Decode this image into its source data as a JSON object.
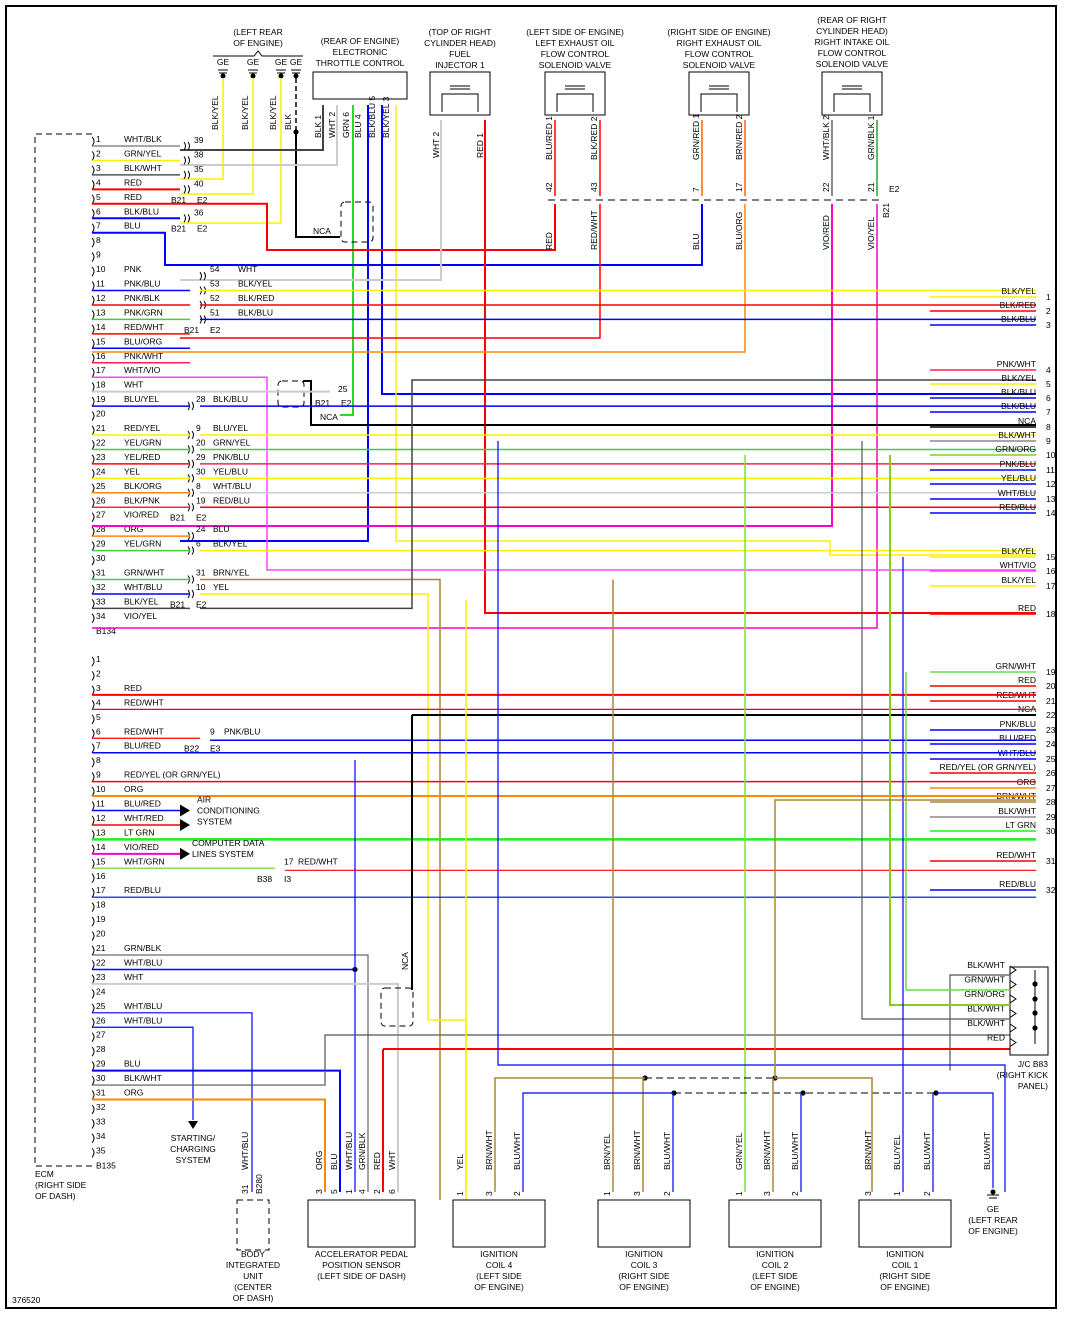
{
  "diagram_id": "376520",
  "ecm": {
    "label": [
      "ECM",
      "(RIGHT SIDE",
      "OF DASH)"
    ],
    "connector_b134": "B134",
    "connector_b135": "B135",
    "b134_pins": [
      {
        "pin": "1",
        "wire": "WHT/BLK",
        "color": "#888888"
      },
      {
        "pin": "2",
        "wire": "GRN/YEL",
        "color": "#ffee00"
      },
      {
        "pin": "3",
        "wire": "BLK/WHT",
        "color": "#555555"
      },
      {
        "pin": "4",
        "wire": "RED",
        "color": "#ff0000"
      },
      {
        "pin": "5",
        "wire": "RED",
        "color": "#ff0000"
      },
      {
        "pin": "6",
        "wire": "BLK/BLU",
        "color": "#0000ff"
      },
      {
        "pin": "7",
        "wire": "BLU",
        "color": "#0000ff"
      },
      {
        "pin": "8",
        "wire": "",
        "color": ""
      },
      {
        "pin": "9",
        "wire": "",
        "color": ""
      },
      {
        "pin": "10",
        "wire": "PNK",
        "color": "#ff2050"
      },
      {
        "pin": "11",
        "wire": "PNK/BLU",
        "color": "#0000ff"
      },
      {
        "pin": "12",
        "wire": "PNK/BLK",
        "color": "#ff2050"
      },
      {
        "pin": "13",
        "wire": "PNK/GRN",
        "color": "#44cc44"
      },
      {
        "pin": "14",
        "wire": "RED/WHT",
        "color": "#ff0000"
      },
      {
        "pin": "15",
        "wire": "BLU/ORG",
        "color": "#0000ff"
      },
      {
        "pin": "16",
        "wire": "PNK/WHT",
        "color": "#ff2050"
      },
      {
        "pin": "17",
        "wire": "WHT/VIO",
        "color": "#cccccc"
      },
      {
        "pin": "18",
        "wire": "WHT",
        "color": "#cccccc"
      },
      {
        "pin": "19",
        "wire": "BLU/YEL",
        "color": "#0000ff"
      },
      {
        "pin": "20",
        "wire": "",
        "color": ""
      },
      {
        "pin": "21",
        "wire": "RED/YEL",
        "color": "#ff0000"
      },
      {
        "pin": "22",
        "wire": "YEL/GRN",
        "color": "#ffee00"
      },
      {
        "pin": "23",
        "wire": "YEL/RED",
        "color": "#ff0000"
      },
      {
        "pin": "24",
        "wire": "YEL",
        "color": "#ffee00"
      },
      {
        "pin": "25",
        "wire": "BLK/ORG",
        "color": "#ff8800"
      },
      {
        "pin": "26",
        "wire": "BLK/PNK",
        "color": "#ff2050"
      },
      {
        "pin": "27",
        "wire": "VIO/RED",
        "color": "#ff00cc"
      },
      {
        "pin": "28",
        "wire": "ORG",
        "color": "#ff8800"
      },
      {
        "pin": "29",
        "wire": "YEL/GRN",
        "color": "#44cc44"
      },
      {
        "pin": "30",
        "wire": "",
        "color": ""
      },
      {
        "pin": "31",
        "wire": "GRN/WHT",
        "color": "#44cc44"
      },
      {
        "pin": "32",
        "wire": "WHT/BLU",
        "color": "#0000ff"
      },
      {
        "pin": "33",
        "wire": "BLK/YEL",
        "color": "#ffee00"
      },
      {
        "pin": "34",
        "wire": "VIO/YEL",
        "color": "#ff00cc"
      }
    ],
    "b135_pins": [
      {
        "pin": "1",
        "wire": "",
        "color": ""
      },
      {
        "pin": "2",
        "wire": "",
        "color": ""
      },
      {
        "pin": "3",
        "wire": "RED",
        "color": "#ff0000"
      },
      {
        "pin": "4",
        "wire": "RED/WHT",
        "color": "#ff0000"
      },
      {
        "pin": "5",
        "wire": "",
        "color": ""
      },
      {
        "pin": "6",
        "wire": "RED/WHT",
        "color": "#ff0000"
      },
      {
        "pin": "7",
        "wire": "BLU/RED",
        "color": "#0000ff"
      },
      {
        "pin": "8",
        "wire": "",
        "color": ""
      },
      {
        "pin": "9",
        "wire": "RED/YEL (OR GRN/YEL)",
        "color": "#ff0000"
      },
      {
        "pin": "10",
        "wire": "ORG",
        "color": "#ff8800"
      },
      {
        "pin": "11",
        "wire": "BLU/RED",
        "color": "#0000ff"
      },
      {
        "pin": "12",
        "wire": "WHT/RED",
        "color": "#ff0000"
      },
      {
        "pin": "13",
        "wire": "LT GRN",
        "color": "#22ee22"
      },
      {
        "pin": "14",
        "wire": "VIO/RED",
        "color": "#ff00cc"
      },
      {
        "pin": "15",
        "wire": "WHT/GRN",
        "color": "#88dd66"
      },
      {
        "pin": "16",
        "wire": "",
        "color": ""
      },
      {
        "pin": "17",
        "wire": "RED/BLU",
        "color": "#0000ff"
      },
      {
        "pin": "18",
        "wire": "",
        "color": ""
      },
      {
        "pin": "19",
        "wire": "",
        "color": ""
      },
      {
        "pin": "20",
        "wire": "",
        "color": ""
      },
      {
        "pin": "21",
        "wire": "GRN/BLK",
        "color": "#444444"
      },
      {
        "pin": "22",
        "wire": "WHT/BLU",
        "color": "#0000ff"
      },
      {
        "pin": "23",
        "wire": "WHT",
        "color": "#cccccc"
      },
      {
        "pin": "24",
        "wire": "",
        "color": ""
      },
      {
        "pin": "25",
        "wire": "WHT/BLU",
        "color": "#0000ff"
      },
      {
        "pin": "26",
        "wire": "WHT/BLU",
        "color": "#0000ff"
      },
      {
        "pin": "27",
        "wire": "",
        "color": ""
      },
      {
        "pin": "28",
        "wire": "",
        "color": ""
      },
      {
        "pin": "29",
        "wire": "BLU",
        "color": "#0000ff"
      },
      {
        "pin": "30",
        "wire": "BLK/WHT",
        "color": "#555555"
      },
      {
        "pin": "31",
        "wire": "ORG",
        "color": "#ff8800"
      },
      {
        "pin": "32",
        "wire": "",
        "color": ""
      },
      {
        "pin": "33",
        "wire": "",
        "color": ""
      },
      {
        "pin": "34",
        "wire": "",
        "color": ""
      },
      {
        "pin": "35",
        "wire": "",
        "color": ""
      }
    ]
  },
  "splices": {
    "top_group": [
      {
        "pin": "39",
        "wire": ""
      },
      {
        "pin": "38",
        "wire": ""
      },
      {
        "pin": "35",
        "wire": ""
      },
      {
        "pin": "40",
        "wire": ""
      },
      {
        "pin": "36",
        "wire": ""
      }
    ],
    "b21": "B21",
    "e2": "E2",
    "b22": "B22",
    "e3": "E3",
    "b38": "B38",
    "i3": "I3",
    "mid_group": [
      {
        "pin": "54",
        "wire": "WHT"
      },
      {
        "pin": "53",
        "wire": "BLK/YEL"
      },
      {
        "pin": "52",
        "wire": "BLK/RED"
      },
      {
        "pin": "51",
        "wire": "BLK/BLU"
      }
    ],
    "pin25": "25",
    "lower_group": [
      {
        "pin": "28",
        "wire": "BLK/BLU"
      },
      {
        "pin": "9",
        "wire": "BLU/YEL"
      },
      {
        "pin": "20",
        "wire": "GRN/YEL"
      },
      {
        "pin": "29",
        "wire": "PNK/BLU"
      },
      {
        "pin": "30",
        "wire": "YEL/BLU"
      },
      {
        "pin": "8",
        "wire": "WHT/BLU"
      },
      {
        "pin": "19",
        "wire": "RED/BLU"
      },
      {
        "pin": "24",
        "wire": "BLU"
      },
      {
        "pin": "6",
        "wire": "BLK/YEL"
      },
      {
        "pin": "31",
        "wire": "BRN/YEL"
      },
      {
        "pin": "10",
        "wire": "YEL"
      }
    ],
    "b135_9": {
      "pin": "9",
      "wire": "PNK/BLU"
    },
    "b135_17": {
      "pin": "17",
      "wire": "RED/WHT"
    },
    "nca": "NCA"
  },
  "grounds": {
    "group_label": [
      "(LEFT REAR",
      "OF ENGINE)"
    ],
    "symbols": [
      "GE",
      "GE",
      "GE",
      "GE"
    ],
    "wires": [
      "BLK/YEL",
      "BLK/YEL",
      "BLK/YEL",
      "BLK"
    ],
    "bottom": {
      "symbol": "GE",
      "wire": "BLU/WHT",
      "label": [
        "(LEFT REAR",
        "OF ENGINE)"
      ]
    }
  },
  "components": {
    "throttle": {
      "label": [
        "(REAR OF ENGINE)",
        "ELECTRONIC",
        "THROTTLE CONTROL"
      ],
      "pins": [
        {
          "pin": "1",
          "wire": "BLK"
        },
        {
          "pin": "2",
          "wire": "WHT"
        },
        {
          "pin": "6",
          "wire": "GRN"
        },
        {
          "pin": "4",
          "wire": "BLU"
        },
        {
          "pin": "5",
          "wire": "BLK/BLU"
        },
        {
          "pin": "3",
          "wire": "BLK/YEL"
        }
      ]
    },
    "injector": {
      "label": [
        "(TOP OF RIGHT",
        "CYLINDER HEAD)",
        "FUEL",
        "INJECTOR 1"
      ],
      "pins": [
        {
          "pin": "2",
          "wire": "WHT"
        },
        {
          "pin": "1",
          "wire": "RED"
        }
      ]
    },
    "left_exhaust": {
      "label": [
        "(LEFT SIDE OF ENGINE)",
        "LEFT EXHAUST OIL",
        "FLOW CONTROL",
        "SOLENOID VALVE"
      ],
      "pins": [
        {
          "pin": "1",
          "wire": "BLU/RED",
          "splice": "42",
          "below": "RED"
        },
        {
          "pin": "2",
          "wire": "BLK/RED",
          "splice": "43",
          "below": "RED/WHT"
        }
      ]
    },
    "right_exhaust": {
      "label": [
        "(RIGHT SIDE OF ENGINE)",
        "RIGHT EXHAUST OIL",
        "FLOW CONTROL",
        "SOLENOID VALVE"
      ],
      "pins": [
        {
          "pin": "1",
          "wire": "GRN/RED",
          "splice": "7",
          "below": "BLU"
        },
        {
          "pin": "2",
          "wire": "BRN/RED",
          "splice": "17",
          "below": "BLU/ORG"
        }
      ]
    },
    "right_intake": {
      "label": [
        "(REAR OF RIGHT",
        "CYLINDER HEAD)",
        "RIGHT INTAKE OIL",
        "FLOW CONTROL",
        "SOLENOID VALVE"
      ],
      "pins": [
        {
          "pin": "2",
          "wire": "WHT/BLK",
          "splice": "22",
          "below": "VIO/RED"
        },
        {
          "pin": "1",
          "wire": "GRN/BLK",
          "splice": "21",
          "below": "VIO/YEL"
        }
      ]
    },
    "ac": {
      "label": [
        "AIR",
        "CONDITIONING",
        "SYSTEM"
      ]
    },
    "data_lines": {
      "label": [
        "COMPUTER DATA",
        "LINES SYSTEM"
      ]
    },
    "starting": {
      "label": [
        "STARTING/",
        "CHARGING",
        "SYSTEM"
      ]
    },
    "biu": {
      "label": [
        "BODY",
        "INTEGRATED",
        "UNIT",
        "(CENTER",
        "OF DASH)"
      ],
      "pin": "31",
      "connector": "B280",
      "wire": "WHT/BLU"
    },
    "apps": {
      "label": [
        "ACCELERATOR PEDAL",
        "POSITION SENSOR",
        "(LEFT SIDE OF DASH)"
      ],
      "pins": [
        {
          "pin": "3",
          "wire": "ORG"
        },
        {
          "pin": "5",
          "wire": "BLU"
        },
        {
          "pin": "1",
          "wire": "WHT/BLU"
        },
        {
          "pin": "4",
          "wire": "GRN/BLK"
        },
        {
          "pin": "2",
          "wire": "RED"
        },
        {
          "pin": "6",
          "wire": "WHT"
        }
      ]
    },
    "coil4": {
      "label": [
        "IGNITION",
        "COIL 4",
        "(LEFT SIDE",
        "OF ENGINE)"
      ],
      "pins": [
        {
          "pin": "1",
          "wire": "YEL"
        },
        {
          "pin": "3",
          "wire": "BRN/WHT"
        },
        {
          "pin": "2",
          "wire": "BLU/WHT"
        }
      ]
    },
    "coil3": {
      "label": [
        "IGNITION",
        "COIL 3",
        "(RIGHT SIDE",
        "OF ENGINE)"
      ],
      "pins": [
        {
          "pin": "1",
          "wire": "BRN/YEL"
        },
        {
          "pin": "3",
          "wire": "BRN/WHT"
        },
        {
          "pin": "2",
          "wire": "BLU/WHT"
        }
      ]
    },
    "coil2": {
      "label": [
        "IGNITION",
        "COIL 2",
        "(LEFT SIDE",
        "OF ENGINE)"
      ],
      "pins": [
        {
          "pin": "1",
          "wire": "GRN/YEL"
        },
        {
          "pin": "3",
          "wire": "BRN/WHT"
        },
        {
          "pin": "2",
          "wire": "BLU/WHT"
        }
      ]
    },
    "coil1": {
      "label": [
        "IGNITION",
        "COIL 1",
        "(RIGHT SIDE",
        "OF ENGINE)"
      ],
      "pins": [
        {
          "pin": "3",
          "wire": "BRN/WHT"
        },
        {
          "pin": "1",
          "wire": "BLU/YEL"
        },
        {
          "pin": "2",
          "wire": "BLU/WHT"
        }
      ]
    },
    "jc": {
      "label": [
        "J/C B83",
        "(RIGHT KICK",
        "PANEL)"
      ],
      "wires": [
        "BLK/WHT",
        "GRN/WHT",
        "GRN/ORG",
        "BLK/WHT",
        "BLK/WHT",
        "RED"
      ]
    }
  },
  "right_edge": [
    {
      "n": "1",
      "wire": "BLK/YEL",
      "color": "#ffee00"
    },
    {
      "n": "2",
      "wire": "BLK/RED",
      "color": "#ff0000"
    },
    {
      "n": "3",
      "wire": "BLK/BLU",
      "color": "#0000ff"
    },
    {
      "n": "4",
      "wire": "PNK/WHT",
      "color": "#ff2050"
    },
    {
      "n": "5",
      "wire": "BLK/YEL",
      "color": "#ffee00"
    },
    {
      "n": "6",
      "wire": "BLK/BLU",
      "color": "#0000ff"
    },
    {
      "n": "7",
      "wire": "BLK/BLU",
      "color": "#0000ff"
    },
    {
      "n": "8",
      "wire": "NCA",
      "color": "#000000"
    },
    {
      "n": "9",
      "wire": "BLK/WHT",
      "color": "#888888"
    },
    {
      "n": "10",
      "wire": "GRN/ORG",
      "color": "#88cc22"
    },
    {
      "n": "11",
      "wire": "PNK/BLU",
      "color": "#0000ff"
    },
    {
      "n": "12",
      "wire": "YEL/BLU",
      "color": "#0000ff"
    },
    {
      "n": "13",
      "wire": "WHT/BLU",
      "color": "#0000ff"
    },
    {
      "n": "14",
      "wire": "RED/BLU",
      "color": "#0000ff"
    },
    {
      "n": "15",
      "wire": "BLK/YEL",
      "color": "#ffee00"
    },
    {
      "n": "16",
      "wire": "WHT/VIO",
      "color": "#ff44ff"
    },
    {
      "n": "17",
      "wire": "BLK/YEL",
      "color": "#ffee00"
    },
    {
      "n": "18",
      "wire": "RED",
      "color": "#ff0000"
    },
    {
      "n": "19",
      "wire": "GRN/WHT",
      "color": "#66dd44"
    },
    {
      "n": "20",
      "wire": "RED",
      "color": "#ff0000"
    },
    {
      "n": "21",
      "wire": "RED/WHT",
      "color": "#ff0000"
    },
    {
      "n": "22",
      "wire": "NCA",
      "color": "#000000"
    },
    {
      "n": "23",
      "wire": "PNK/BLU",
      "color": "#0000ff"
    },
    {
      "n": "24",
      "wire": "BLU/RED",
      "color": "#0000ff"
    },
    {
      "n": "25",
      "wire": "WHT/BLU",
      "color": "#0000ff"
    },
    {
      "n": "26",
      "wire": "RED/YEL (OR GRN/YEL)",
      "color": "#ff0000"
    },
    {
      "n": "27",
      "wire": "ORG",
      "color": "#ff8800"
    },
    {
      "n": "28",
      "wire": "BRN/WHT",
      "color": "#aa8833"
    },
    {
      "n": "29",
      "wire": "BLK/WHT",
      "color": "#888888"
    },
    {
      "n": "30",
      "wire": "LT GRN",
      "color": "#22ee22"
    },
    {
      "n": "31",
      "wire": "RED/WHT",
      "color": "#ff0000"
    },
    {
      "n": "32",
      "wire": "RED/BLU",
      "color": "#0000ff"
    }
  ]
}
